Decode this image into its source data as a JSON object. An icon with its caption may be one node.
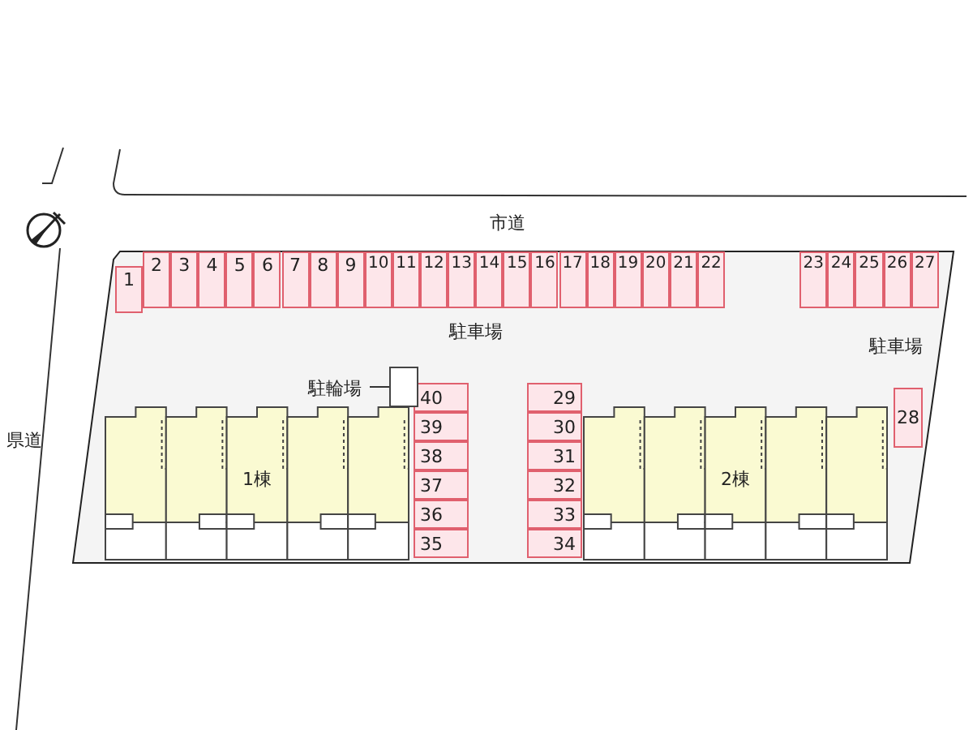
{
  "diagram": {
    "nodes": [
      {
        "text": [
          "1"
        ]
      },
      {
        "text": [
          "2"
        ]
      },
      {
        "text": [
          "3"
        ]
      },
      {
        "text": [
          "4"
        ]
      },
      {
        "text": [
          "5"
        ]
      },
      {
        "text": [
          "6"
        ]
      },
      {
        "text": [
          "7"
        ]
      },
      {
        "text": [
          "8"
        ]
      },
      {
        "text": [
          "9"
        ]
      },
      {
        "text": [
          "10"
        ]
      },
      {
        "text": [
          "11"
        ]
      },
      {
        "text": [
          "12"
        ]
      },
      {
        "text": [
          "13"
        ]
      },
      {
        "text": [
          "14"
        ]
      },
      {
        "text": [
          "15"
        ]
      },
      {
        "text": [
          "16"
        ]
      },
      {
        "text": [
          "17"
        ]
      },
      {
        "text": [
          "18"
        ]
      },
      {
        "text": [
          "19"
        ]
      },
      {
        "text": [
          "20"
        ]
      },
      {
        "text": [
          "21"
        ]
      },
      {
        "text": [
          "22"
        ]
      },
      {
        "text": [
          "23"
        ]
      },
      {
        "text": [
          "24"
        ]
      },
      {
        "text": [
          "25"
        ]
      },
      {
        "text": [
          "26"
        ]
      },
      {
        "text": [
          "27"
        ]
      },
      {
        "text": [
          "28"
        ]
      },
      {
        "text": [
          "29"
        ]
      },
      {
        "text": [
          "30"
        ]
      },
      {
        "text": [
          "31"
        ]
      },
      {
        "text": [
          "32"
        ]
      },
      {
        "text": [
          "33"
        ]
      },
      {
        "text": [
          "34"
        ]
      },
      {
        "text": [
          "35"
        ]
      },
      {
        "text": [
          "36"
        ]
      },
      {
        "text": [
          "37"
        ]
      },
      {
        "text": [
          "38"
        ]
      },
      {
        "text": [
          "39"
        ]
      },
      {
        "text": [
          "40"
        ]
      },
      {
        "text": [
          "1棟"
        ]
      },
      {
        "text": [
          "2棟"
        ]
      },
      {
        "text": [
          "駐輪場"
        ]
      },
      {
        "text": [],
        "shape": "box"
      }
    ],
    "edges": [
      {
        "from": 42,
        "to": 43,
        "arrow": "none"
      }
    ],
    "labels": [
      "市道",
      "駐車場",
      "駐車場",
      "県道"
    ]
  }
}
